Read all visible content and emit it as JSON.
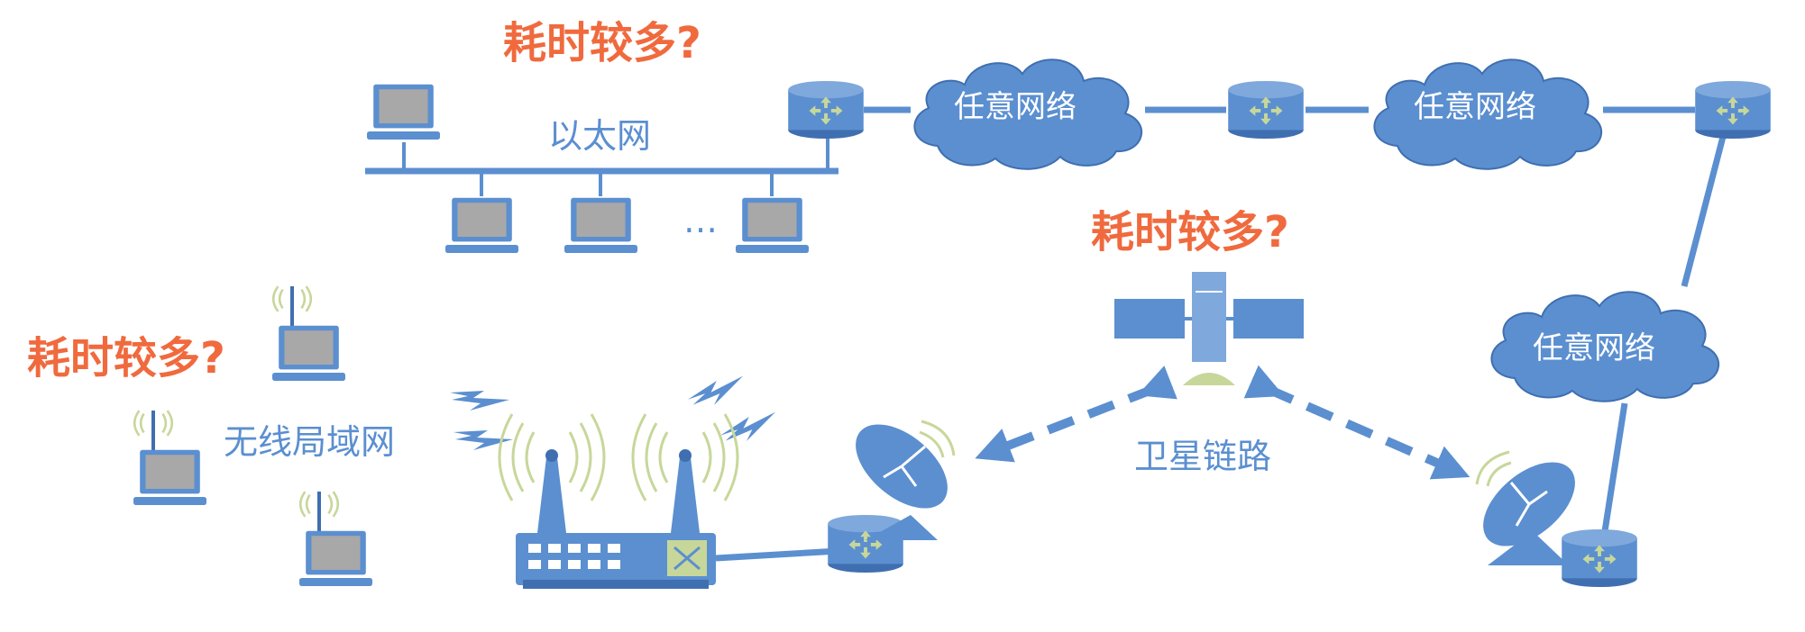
{
  "labels": {
    "ethernet": "以太网",
    "wlan": "无线局域网",
    "satellite_link": "卫星链路",
    "ellipsis": "…"
  },
  "clouds": [
    {
      "label": "任意网络"
    },
    {
      "label": "任意网络"
    },
    {
      "label": "任意网络"
    }
  ],
  "alerts": [
    {
      "text": "耗时较多?"
    },
    {
      "text": "耗时较多?"
    },
    {
      "text": "耗时较多?"
    }
  ],
  "colors": {
    "device_blue": "#5b8fd0",
    "device_dark": "#3f6fb0",
    "screen_gray": "#a8a8a8",
    "signal_green": "#c7d79a",
    "alert_orange": "#f06a3e"
  },
  "icons": [
    "laptop-icon",
    "router-icon",
    "cloud-icon",
    "wireless-ap-icon",
    "satellite-icon",
    "satellite-dish-icon",
    "lightning-icon"
  ]
}
